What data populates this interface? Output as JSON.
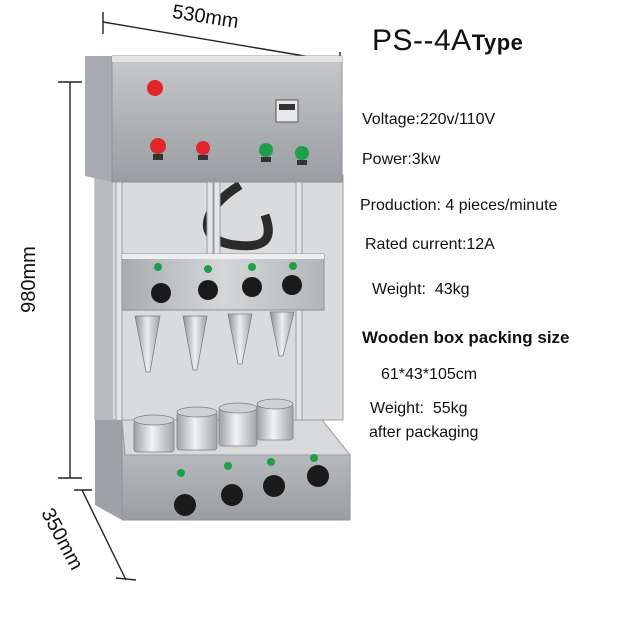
{
  "title": {
    "model": "PS--4A",
    "suffix": "Type"
  },
  "dimensions": {
    "width": "530mm",
    "height": "980mm",
    "depth": "350mm"
  },
  "specs": {
    "voltage": "Voltage:220v/110V",
    "power": "Power:3kw",
    "production": "Production: 4 pieces/minute",
    "current": "Rated current:12A",
    "weight": "Weight:  43kg",
    "packing_title": "Wooden box packing size",
    "packing_size": "61*43*105cm",
    "packed_weight": "Weight:  55kg",
    "packed_weight_note": "after packaging"
  },
  "colors": {
    "steel": "#c9cbcd",
    "dark_steel": "#8d9094",
    "red": "#e0262b",
    "green": "#1f9e4a"
  }
}
